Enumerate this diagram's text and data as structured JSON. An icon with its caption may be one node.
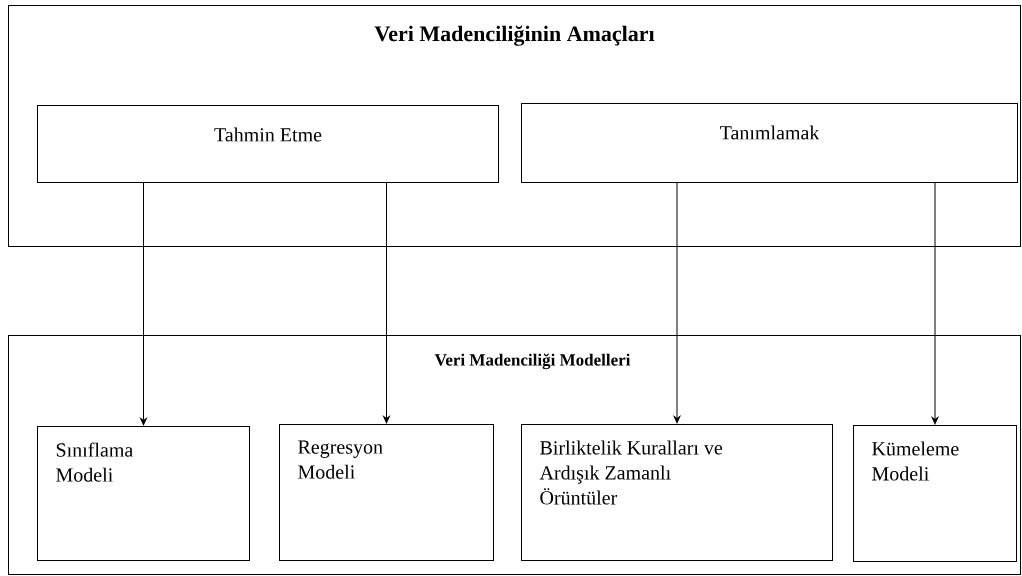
{
  "diagram": {
    "nodes": [
      {
        "text": [
          "Veri Madenciliğinin Amaçları"
        ]
      },
      {
        "text": [
          "Tahmin Etme"
        ],
        "in": 0
      },
      {
        "text": [
          "Tanımlamak"
        ],
        "in": 0
      },
      {
        "text": [
          "Veri Madenciliği Modelleri"
        ]
      },
      {
        "text": [
          "Sınıflama Modeli"
        ],
        "in": 3
      },
      {
        "text": [
          "Regresyon Modeli"
        ],
        "in": 3
      },
      {
        "text": [
          "Birliktelik Kuralları ve Ardışık Zamanlı Örüntüler"
        ],
        "in": 3
      },
      {
        "text": [
          "Kümeleme Modeli"
        ],
        "in": 3
      }
    ],
    "edges": [
      {
        "from": 1,
        "to": 4,
        "arrow": "to"
      },
      {
        "from": 1,
        "to": 5,
        "arrow": "to"
      },
      {
        "from": 2,
        "to": 6,
        "arrow": "to"
      },
      {
        "from": 2,
        "to": 7,
        "arrow": "to"
      }
    ]
  }
}
